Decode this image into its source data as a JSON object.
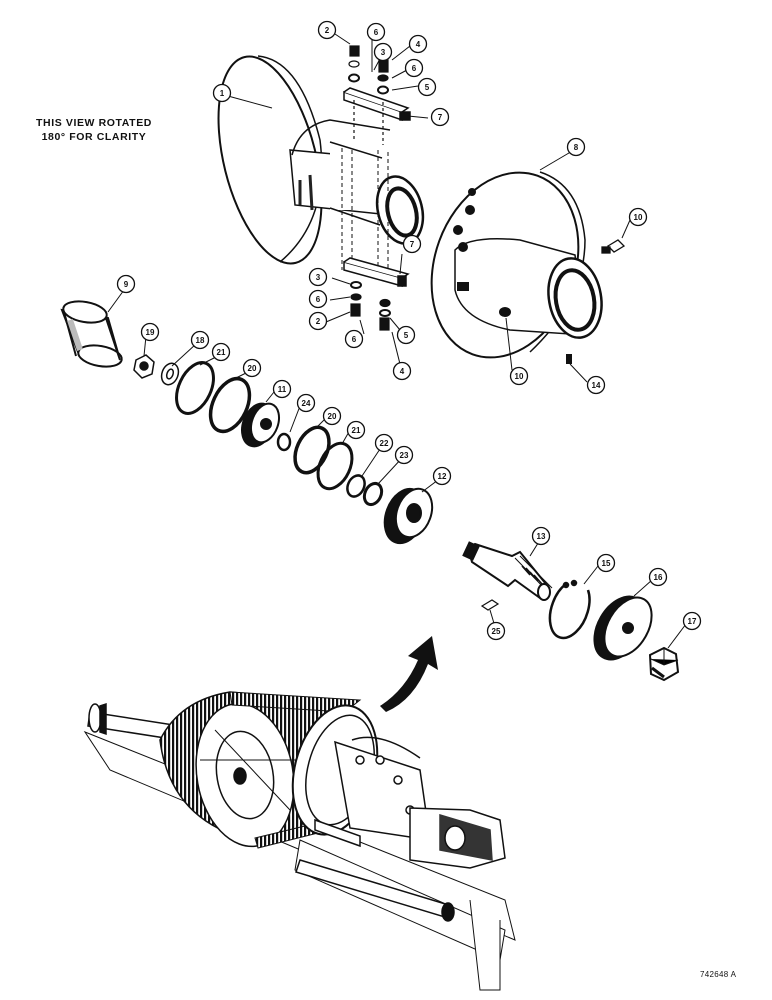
{
  "note": {
    "line1": "THIS VIEW ROTATED",
    "line2": "180° FOR CLARITY"
  },
  "doc_id": "742648 A",
  "callouts": [
    {
      "key": "c1",
      "label": "1"
    },
    {
      "key": "c2a",
      "label": "2"
    },
    {
      "key": "c2b",
      "label": "2"
    },
    {
      "key": "c3a",
      "label": "3"
    },
    {
      "key": "c3b",
      "label": "3"
    },
    {
      "key": "c4a",
      "label": "4"
    },
    {
      "key": "c4b",
      "label": "4"
    },
    {
      "key": "c5a",
      "label": "5"
    },
    {
      "key": "c5b",
      "label": "5"
    },
    {
      "key": "c6a",
      "label": "6"
    },
    {
      "key": "c6b",
      "label": "6"
    },
    {
      "key": "c6c",
      "label": "6"
    },
    {
      "key": "c6d",
      "label": "6"
    },
    {
      "key": "c7a",
      "label": "7"
    },
    {
      "key": "c7b",
      "label": "7"
    },
    {
      "key": "c8",
      "label": "8"
    },
    {
      "key": "c9",
      "label": "9"
    },
    {
      "key": "c10a",
      "label": "10"
    },
    {
      "key": "c10b",
      "label": "10"
    },
    {
      "key": "c11",
      "label": "11"
    },
    {
      "key": "c12",
      "label": "12"
    },
    {
      "key": "c13",
      "label": "13"
    },
    {
      "key": "c14",
      "label": "14"
    },
    {
      "key": "c15",
      "label": "15"
    },
    {
      "key": "c16",
      "label": "16"
    },
    {
      "key": "c17",
      "label": "17"
    },
    {
      "key": "c18",
      "label": "18"
    },
    {
      "key": "c19",
      "label": "19"
    },
    {
      "key": "c20a",
      "label": "20"
    },
    {
      "key": "c20b",
      "label": "20"
    },
    {
      "key": "c21a",
      "label": "21"
    },
    {
      "key": "c21b",
      "label": "21"
    },
    {
      "key": "c22",
      "label": "22"
    },
    {
      "key": "c23",
      "label": "23"
    },
    {
      "key": "c24",
      "label": "24"
    },
    {
      "key": "c25",
      "label": "25"
    }
  ]
}
